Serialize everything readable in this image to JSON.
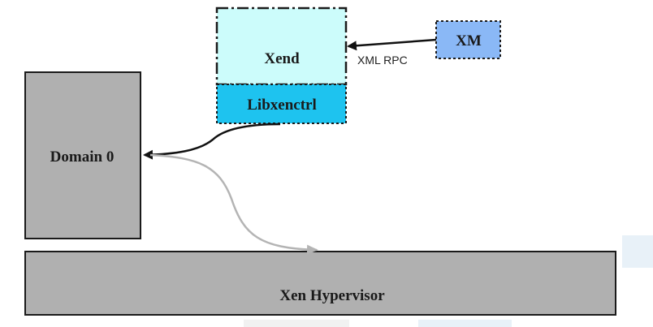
{
  "diagram": {
    "nodes": {
      "xend": {
        "label": "Xend"
      },
      "libxenctrl": {
        "label": "Libxenctrl"
      },
      "xm": {
        "label": "XM"
      },
      "domain0": {
        "label": "Domain 0"
      },
      "hypervisor": {
        "label": "Xen Hypervisor"
      }
    },
    "edges": {
      "xm_to_xend": {
        "label": "XML RPC"
      }
    }
  },
  "colors": {
    "xend_fill": "#ccfcfb",
    "libxenctrl_fill": "#1ec3ef",
    "xm_fill": "#8ab8f6",
    "gray_box_fill": "#b0b0b0",
    "border": "#1a1a1a",
    "black_arrow": "#111111",
    "gray_arrow": "#b4b4b4"
  }
}
